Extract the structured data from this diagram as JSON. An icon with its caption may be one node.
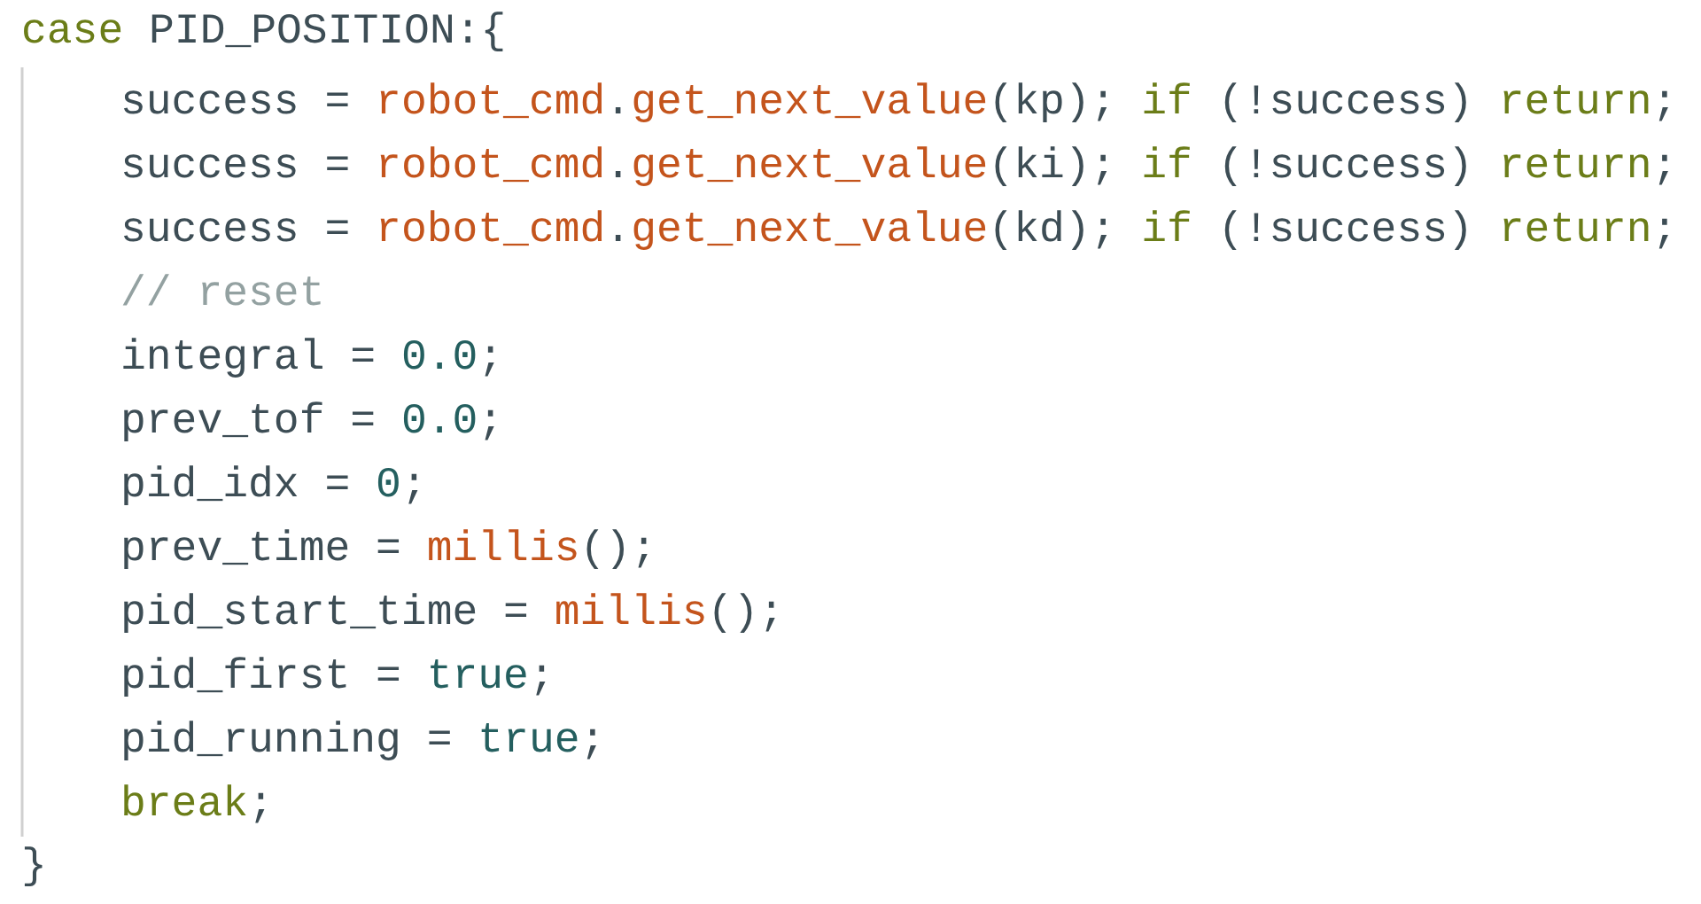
{
  "diagram": {
    "labels": [
      "case PID_POSITION:{",
      "success = robot_cmd.get_next_value(kp); if (!success) return;",
      "success = robot_cmd.get_next_value(ki); if (!success) return;",
      "success = robot_cmd.get_next_value(kd); if (!success) return;",
      "// reset",
      "integral = 0.0;",
      "prev_tof = 0.0;",
      "pid_idx = 0;",
      "prev_time = millis();",
      "pid_start_time = millis();",
      "pid_first = true;",
      "pid_running = true;",
      "break;",
      "}"
    ]
  }
}
